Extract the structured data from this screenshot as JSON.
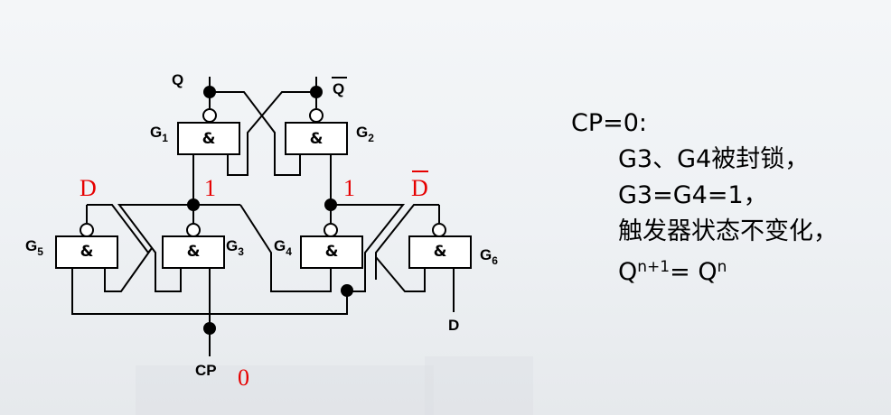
{
  "diagram": {
    "gates": [
      {
        "id": "G1",
        "name": "G",
        "sub": "1",
        "symbol": "&"
      },
      {
        "id": "G2",
        "name": "G",
        "sub": "2",
        "symbol": "&"
      },
      {
        "id": "G3",
        "name": "G",
        "sub": "3",
        "symbol": "&"
      },
      {
        "id": "G4",
        "name": "G",
        "sub": "4",
        "symbol": "&"
      },
      {
        "id": "G5",
        "name": "G",
        "sub": "5",
        "symbol": "&"
      },
      {
        "id": "G6",
        "name": "G",
        "sub": "6",
        "symbol": "&"
      }
    ],
    "outputs": {
      "q": "Q",
      "qbar": "Q"
    },
    "inputs": {
      "cp": "CP",
      "d": "D"
    },
    "red_labels": {
      "d": "D",
      "dbar": "D",
      "one_left": "1",
      "one_right": "1",
      "cp_value": "0"
    }
  },
  "notes": {
    "title": "CP=0:",
    "line1": "G3、G4被封锁，",
    "line2": "G3=G4=1，",
    "line3": "触发器状态不变化，",
    "line4_q": "Q",
    "line4_exp1": "n+1",
    "line4_eq": "= Q",
    "line4_exp2": "n"
  }
}
